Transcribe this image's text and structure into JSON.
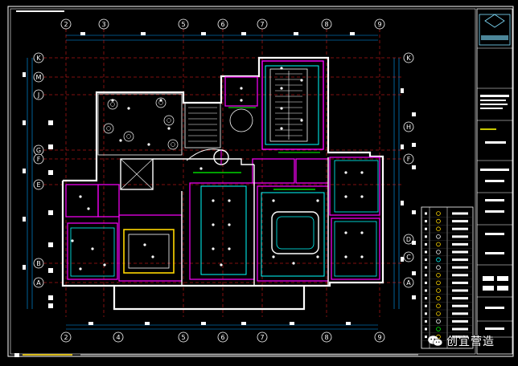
{
  "drawing": {
    "grid_top": [
      "2",
      "3",
      "5",
      "6",
      "7",
      "8",
      "9"
    ],
    "grid_bottom": [
      "2",
      "4",
      "5",
      "6",
      "7",
      "8",
      "9"
    ],
    "grid_left": [
      "K",
      "M",
      "J",
      "G",
      "F",
      "E",
      "B",
      "A"
    ],
    "grid_right": [
      "K",
      "H",
      "F",
      "D",
      "C",
      "A"
    ]
  },
  "watermark": {
    "text": "创宜营造",
    "icon": "wechat-icon"
  },
  "colors": {
    "background": "#000000",
    "wall": "#ffffff",
    "outline": "#ff00ff",
    "ceiling": "#00ffff",
    "grid": "#ff0000",
    "dimension": "#00a0ff",
    "accent": "#ffd700",
    "fixture": "#00ff00"
  }
}
